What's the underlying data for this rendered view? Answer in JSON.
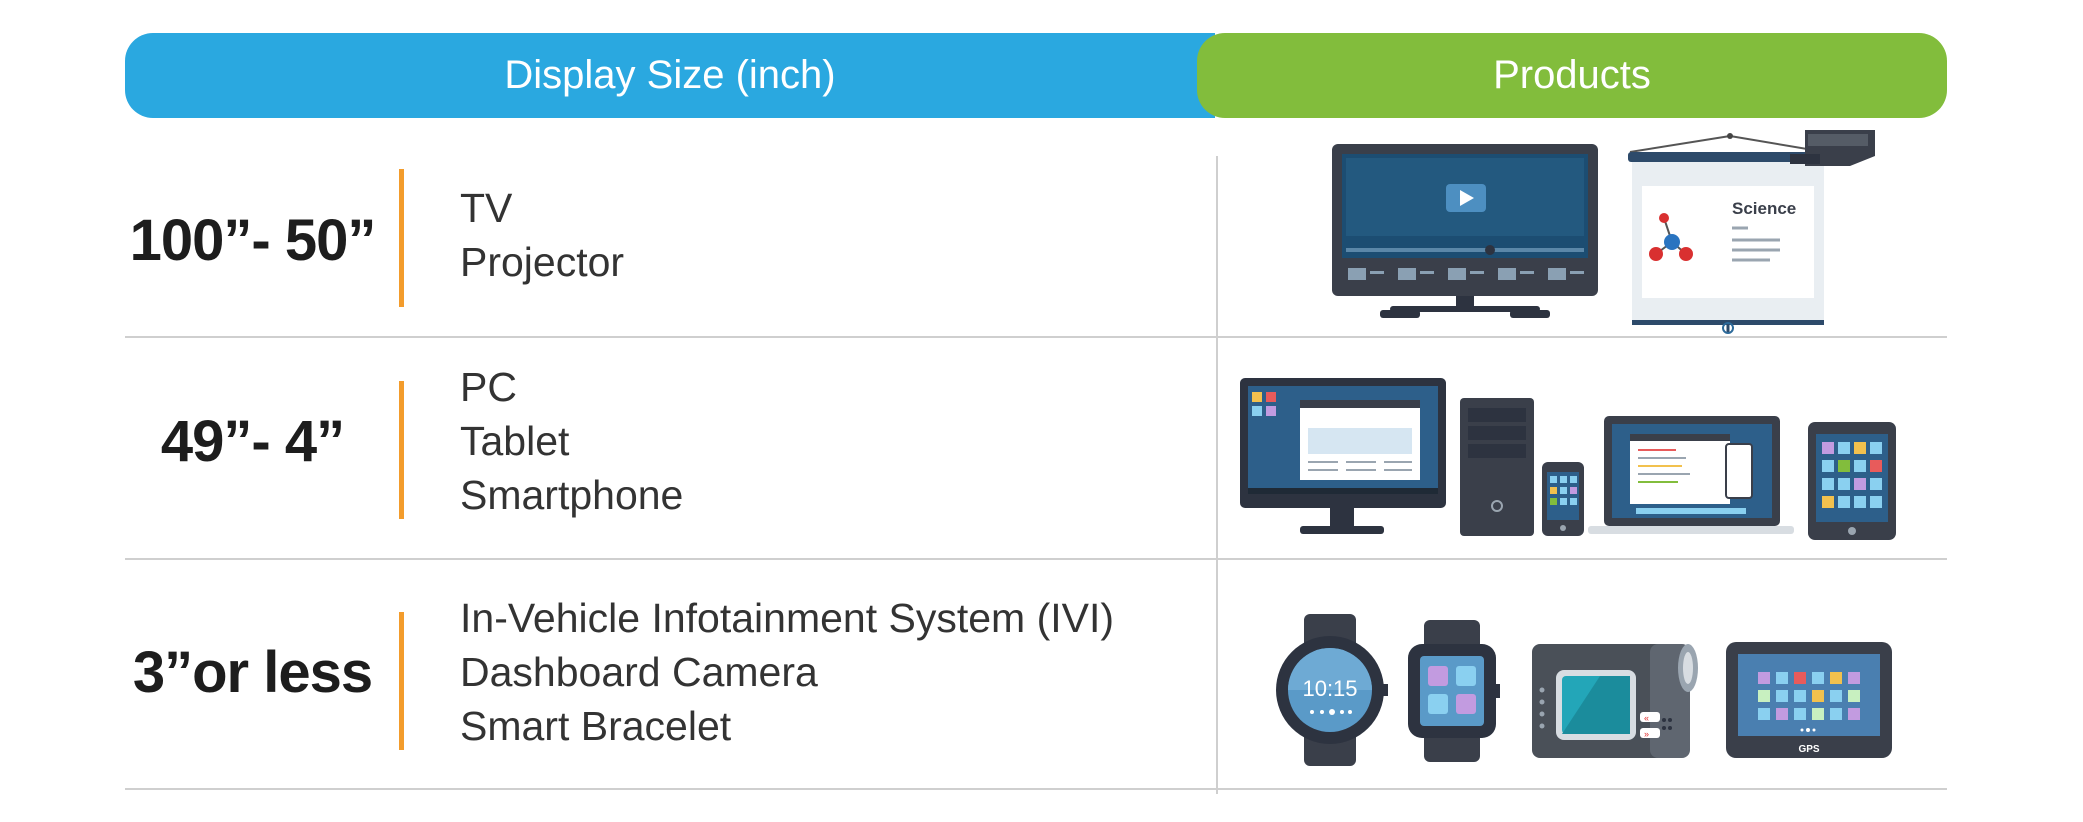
{
  "header": {
    "left_label": "Display Size (inch)",
    "right_label": "Products"
  },
  "rows": [
    {
      "size": "100”- 50”",
      "products": [
        "TV",
        "Projector"
      ]
    },
    {
      "size": "49”- 4”",
      "products": [
        "PC",
        "Tablet",
        "Smartphone"
      ]
    },
    {
      "size": "3”or less",
      "products": [
        "In-Vehicle Infotainment System (IVI)",
        "Dashboard Camera",
        "Smart Bracelet"
      ]
    }
  ],
  "illustrations": {
    "projector_screen_text": "Science",
    "watch_time": "10:15",
    "gps_label": "GPS"
  },
  "colors": {
    "header_blue": "#2aa8e0",
    "header_green": "#82bd3c",
    "accent_bar": "#f39c2c",
    "divider": "#cfcfcf"
  }
}
